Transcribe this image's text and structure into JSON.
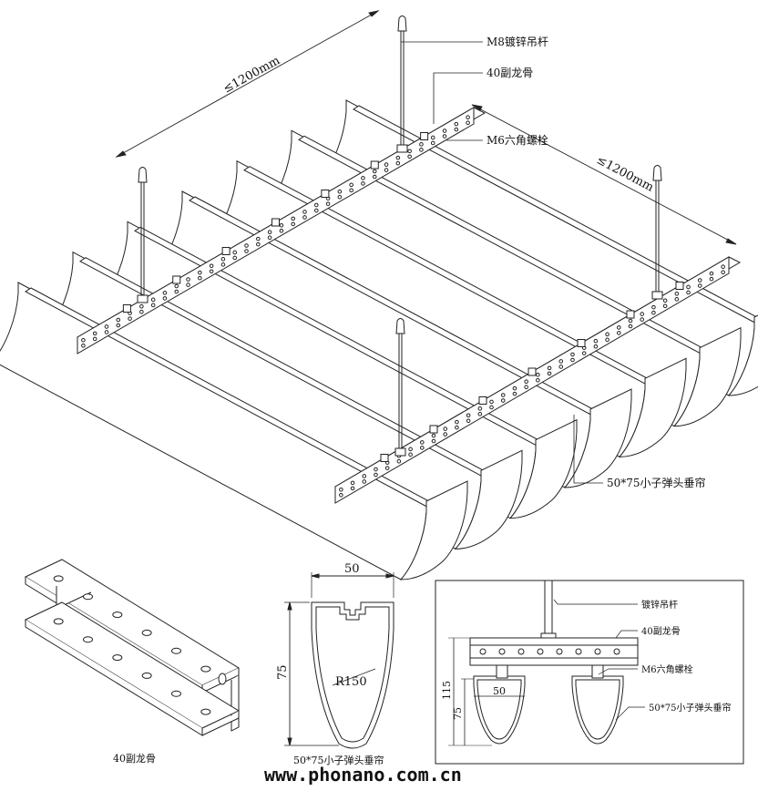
{
  "main": {
    "dim_left": "≤1200mm",
    "dim_right": "≤1200mm",
    "label_rod": "M8镀锌吊杆",
    "label_channel": "40副龙骨",
    "label_bolt": "M6六角螺栓",
    "label_baffle": "50*75小子弹头垂帘"
  },
  "channel_detail": {
    "caption": "40副龙骨"
  },
  "profile_detail": {
    "width": "50",
    "height": "75",
    "radius": "R150",
    "caption": "50*75小子弹头垂帘"
  },
  "assembly_detail": {
    "label_rod": "镀锌吊杆",
    "label_channel": "40副龙骨",
    "label_bolt": "M6六角螺栓",
    "label_baffle": "50*75小子弹头垂帘",
    "dim_width": "50",
    "dim_total": "115",
    "dim_height": "75"
  },
  "watermark": "www.phonano.com.cn"
}
